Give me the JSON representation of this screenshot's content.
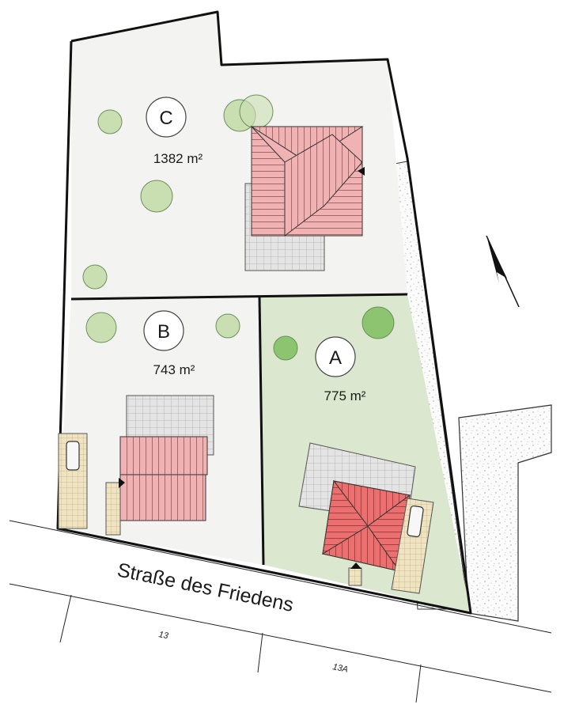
{
  "plots": {
    "c": {
      "letter": "C",
      "area": "1382 m²"
    },
    "b": {
      "letter": "B",
      "area": "743 m²"
    },
    "a": {
      "letter": "A",
      "area": "775 m²"
    }
  },
  "street": {
    "name": "Straße des Friedens"
  },
  "house_numbers": {
    "n1": "13",
    "n2": "13A"
  },
  "colors": {
    "lawn": "#f3f3f1",
    "lawn_highlight": "#dbe8cf",
    "tree": "#c9dfb2",
    "tree_dark": "#8cc46f",
    "roof": "#f0b2b2",
    "roof_dark": "#ec6f6f",
    "terrace": "#dedede",
    "driveway": "#efe3c1",
    "border": "#111111"
  },
  "icons": [
    "north-arrow-icon",
    "entrance-marker-icon",
    "car-icon"
  ]
}
